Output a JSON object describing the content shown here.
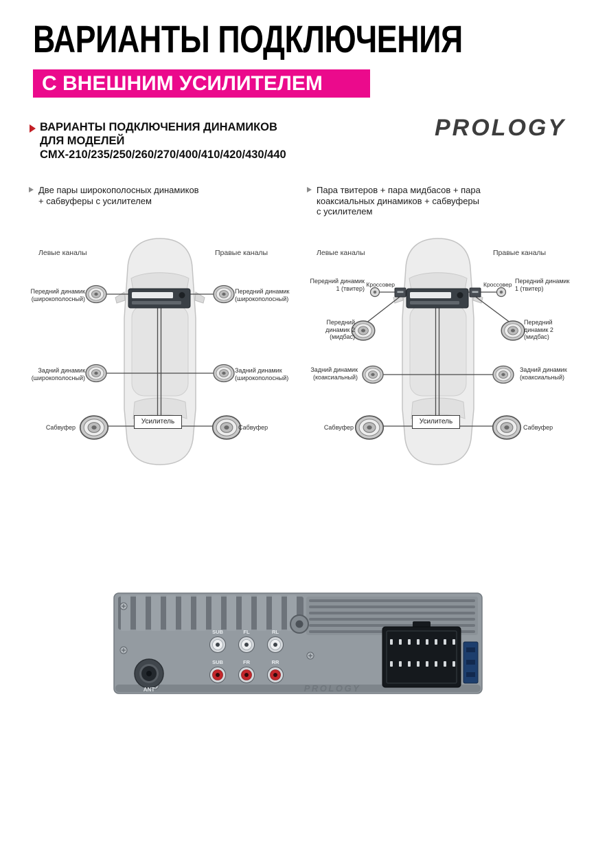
{
  "header": {
    "title": "ВАРИАНТЫ ПОДКЛЮЧЕНИЯ",
    "banner": "С ВНЕШНИМ УСИЛИТЕЛЕМ",
    "logo": "PROLOGY",
    "section": {
      "line1": "ВАРИАНТЫ ПОДКЛЮЧЕНИЯ ДИНАМИКОВ",
      "line2": "ДЛЯ МОДЕЛЕЙ",
      "line3": "CMX-210/235/250/260/270/400/410/420/430/440"
    }
  },
  "diagram_a": {
    "caption": "Две пары широкополосных динамиков + сабвуферы с усилителем",
    "left_channels": "Левые каналы",
    "right_channels": "Правые каналы",
    "front_left": "Передний динамик (широкополосный)",
    "front_right": "Передний динамик (широкополосный)",
    "rear_left": "Задний динамик (широкополосный)",
    "rear_right": "Задний динамик (широкополосный)",
    "sub_left": "Сабвуфер",
    "sub_right": "Сабвуфер",
    "amplifier": "Усилитель"
  },
  "diagram_b": {
    "caption": "Пара твитеров + пара мидбасов + пара коаксиальных динамиков + сабвуферы с усилителем",
    "left_channels": "Левые каналы",
    "right_channels": "Правые каналы",
    "front1_left": "Передний динамик 1 (твитер)",
    "front1_right": "Передний динамик 1 (твитер)",
    "crossover_left": "Кроссовер",
    "crossover_right": "Кроссовер",
    "front2_left": "Передний динамик 2 (мидбас)",
    "front2_right": "Передний динамик 2 (мидбас)",
    "rear_left": "Задний динамик (коаксиальный)",
    "rear_right": "Задний динамик (коаксиальный)",
    "sub_left": "Сабвуфер",
    "sub_right": "Сабвуфер",
    "amplifier": "Усилитель"
  },
  "rear_panel": {
    "ant": "ANT",
    "rca_top": [
      "SUB",
      "FL",
      "RL"
    ],
    "rca_bottom": [
      "SUB",
      "FR",
      "RR"
    ],
    "brand": "PROLOGY"
  },
  "colors": {
    "accent_pink": "#EB0A8C",
    "accent_red": "#C32026"
  }
}
